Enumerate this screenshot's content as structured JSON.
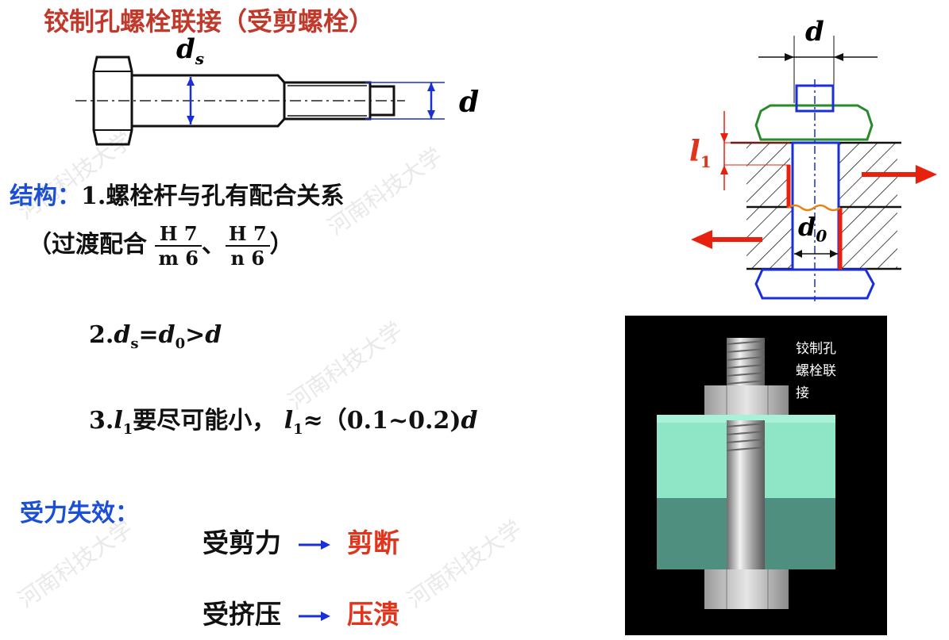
{
  "title": "铰制孔螺栓联接（受剪螺栓）",
  "bolt_figure": {
    "label_ds": "d",
    "label_ds_sub": "s",
    "label_d": "d"
  },
  "structure": {
    "heading": "结构：",
    "item1": "1.螺栓杆与孔有配合关系",
    "fit_prefix": "（过渡配合",
    "fit1_num": "H 7",
    "fit1_den": "m 6",
    "fit_sep": "、",
    "fit2_num": "H 7",
    "fit2_den": "n 6",
    "fit_suffix": "）",
    "item2_prefix": "2.",
    "item2_d": "d",
    "item2_s": "s",
    "item2_eq": "=",
    "item2_d0": "d",
    "item2_0": "0",
    "item2_gt": ">",
    "item2_tail": "d",
    "item3_prefix": "3.",
    "item3_l": "l",
    "item3_1": "1",
    "item3_text": "要尽可能小，",
    "item3_l2": "l",
    "item3_12": "1",
    "item3_approx": "≈（0.1~0.2)",
    "item3_d": "d"
  },
  "failure": {
    "heading": "受力失效：",
    "row1_cause": "受剪力",
    "row1_effect": "剪断",
    "row2_cause": "受挤压",
    "row2_effect": "压溃"
  },
  "section_figure": {
    "label_d": "d",
    "label_l": "l",
    "label_l_sub": "1",
    "label_d0": "d",
    "label_d0_sub": "0"
  },
  "photo": {
    "caption_line1": "铰制孔",
    "caption_line2": "螺栓联",
    "caption_line3": "接"
  },
  "watermark": "河南科技大学",
  "colors": {
    "title": "#c0392b",
    "heading": "#1a4fd6",
    "accent_red": "#e0341c",
    "dim_blue": "#1a2fd6"
  }
}
